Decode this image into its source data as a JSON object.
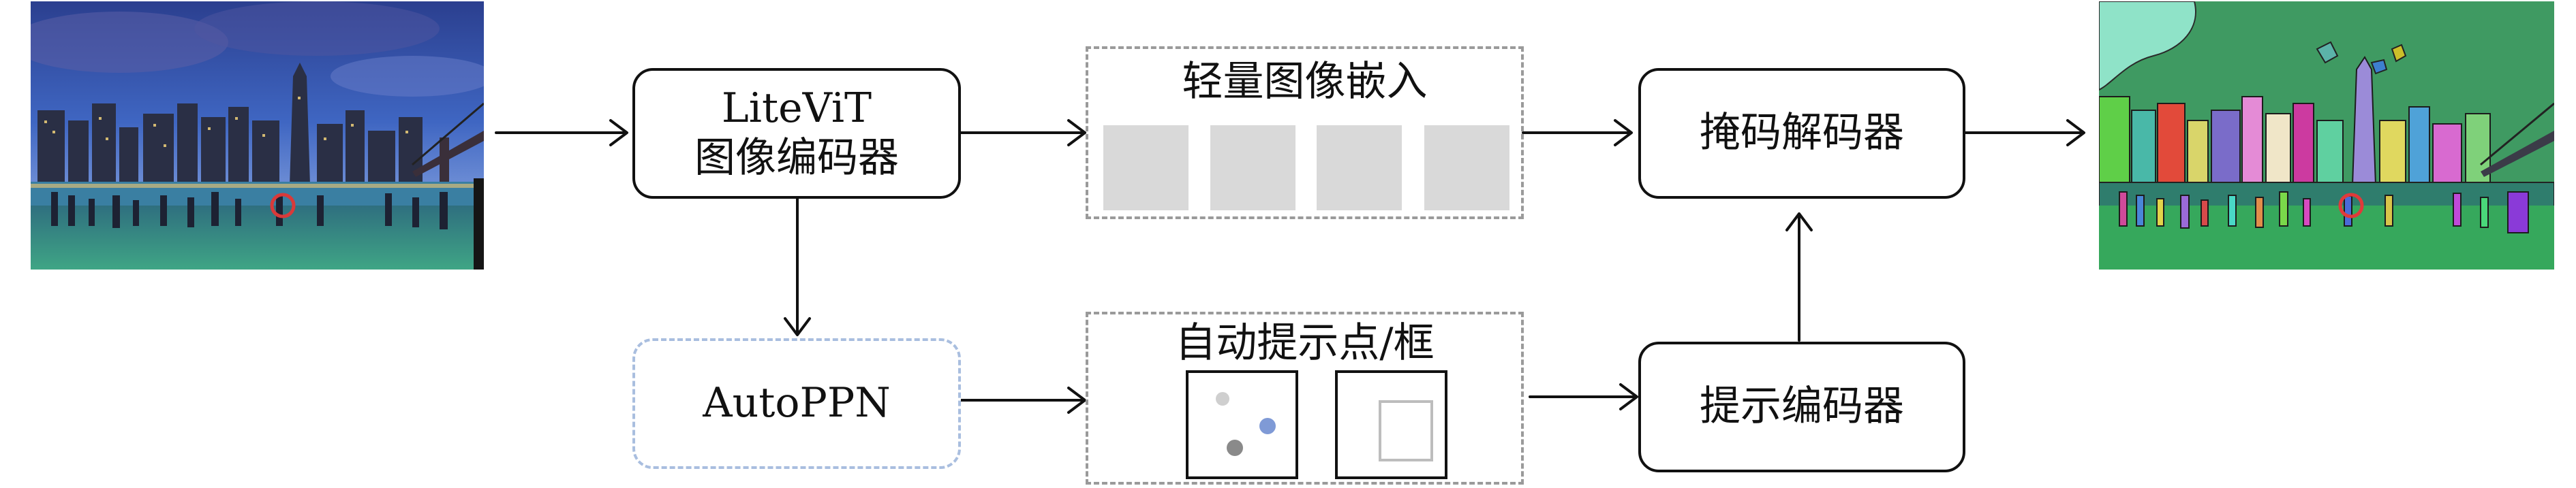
{
  "nodes": {
    "encoder_line1": "LiteViT",
    "encoder_line2": "图像编码器",
    "autoppn": "AutoPPN",
    "mask_decoder": "掩码解码器",
    "prompt_encoder": "提示编码器"
  },
  "groups": {
    "embedding_title": "轻量图像嵌入",
    "prompts_title": "自动提示点/框"
  },
  "images": {
    "input": "city-skyline-night-photo",
    "output": "segmented-city-skyline-photo"
  },
  "colors": {
    "node_border": "#111111",
    "autoppn_border": "#a9bedf",
    "group_border": "#9a9a9a",
    "embedding_chip": "#d9d9d9",
    "prompt_point_light": "#cfcfcf",
    "prompt_point_dark": "#8a8a8a",
    "prompt_point_blue": "#7f9ad6"
  }
}
